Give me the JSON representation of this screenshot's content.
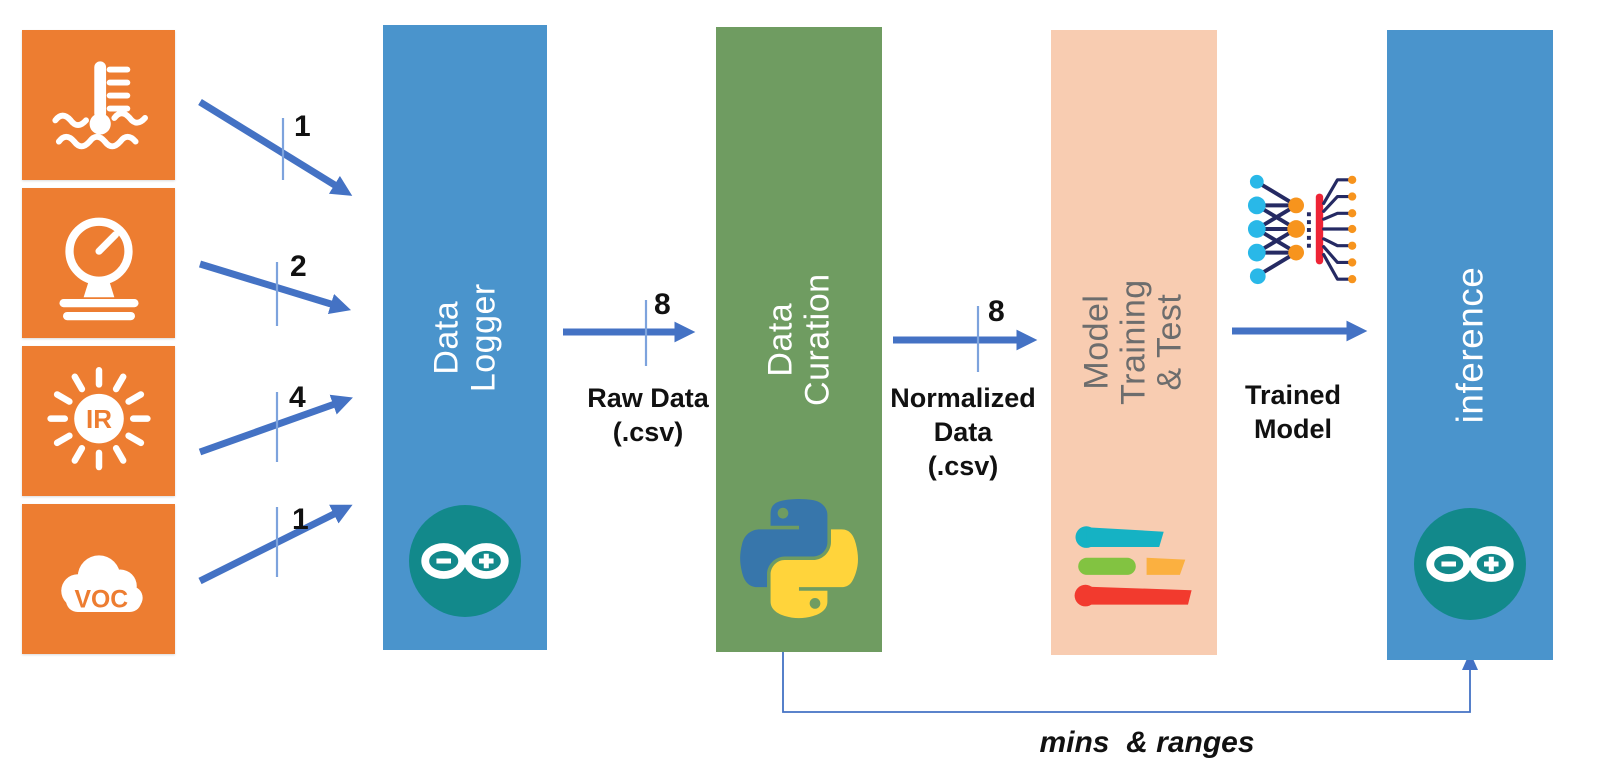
{
  "sensor_inputs": {
    "count_temp": "1",
    "count_pressure": "2",
    "count_ir": "4",
    "count_voc": "1"
  },
  "icons": {
    "ir_label": "IR",
    "voc_label": "VOC"
  },
  "stages": {
    "data_logger": {
      "line1": "Data",
      "line2": "Logger"
    },
    "data_curation": {
      "line1": "Data",
      "line2": "Curation"
    },
    "model_training": {
      "line1": "Model",
      "line2": "Training",
      "line3": "& Test"
    },
    "inference": {
      "line1": "inference"
    }
  },
  "flows": {
    "raw": {
      "count": "8",
      "line1": "Raw Data",
      "line2": "(.csv)"
    },
    "normalized": {
      "count": "8",
      "line1": "Normalized",
      "line2": "Data",
      "line3": "(.csv)"
    },
    "trained": {
      "line1": "Trained",
      "line2": "Model"
    }
  },
  "feedback": {
    "label": "mins  & ranges"
  },
  "colors": {
    "sensor_orange": "#ed7d31",
    "stage_blue": "#4a94cc",
    "stage_green": "#6f9c61",
    "stage_peach": "#f8ccb1",
    "arrow_blue": "#4472c4",
    "tick_blue": "#7da3dd",
    "arduino_teal": "#12898b",
    "python_blue": "#3776ab",
    "python_yellow": "#ffd43b",
    "nn_cyan": "#29b8e8",
    "nn_orange": "#f7941d",
    "nn_navy": "#252a63",
    "nn_red": "#ee2436"
  }
}
